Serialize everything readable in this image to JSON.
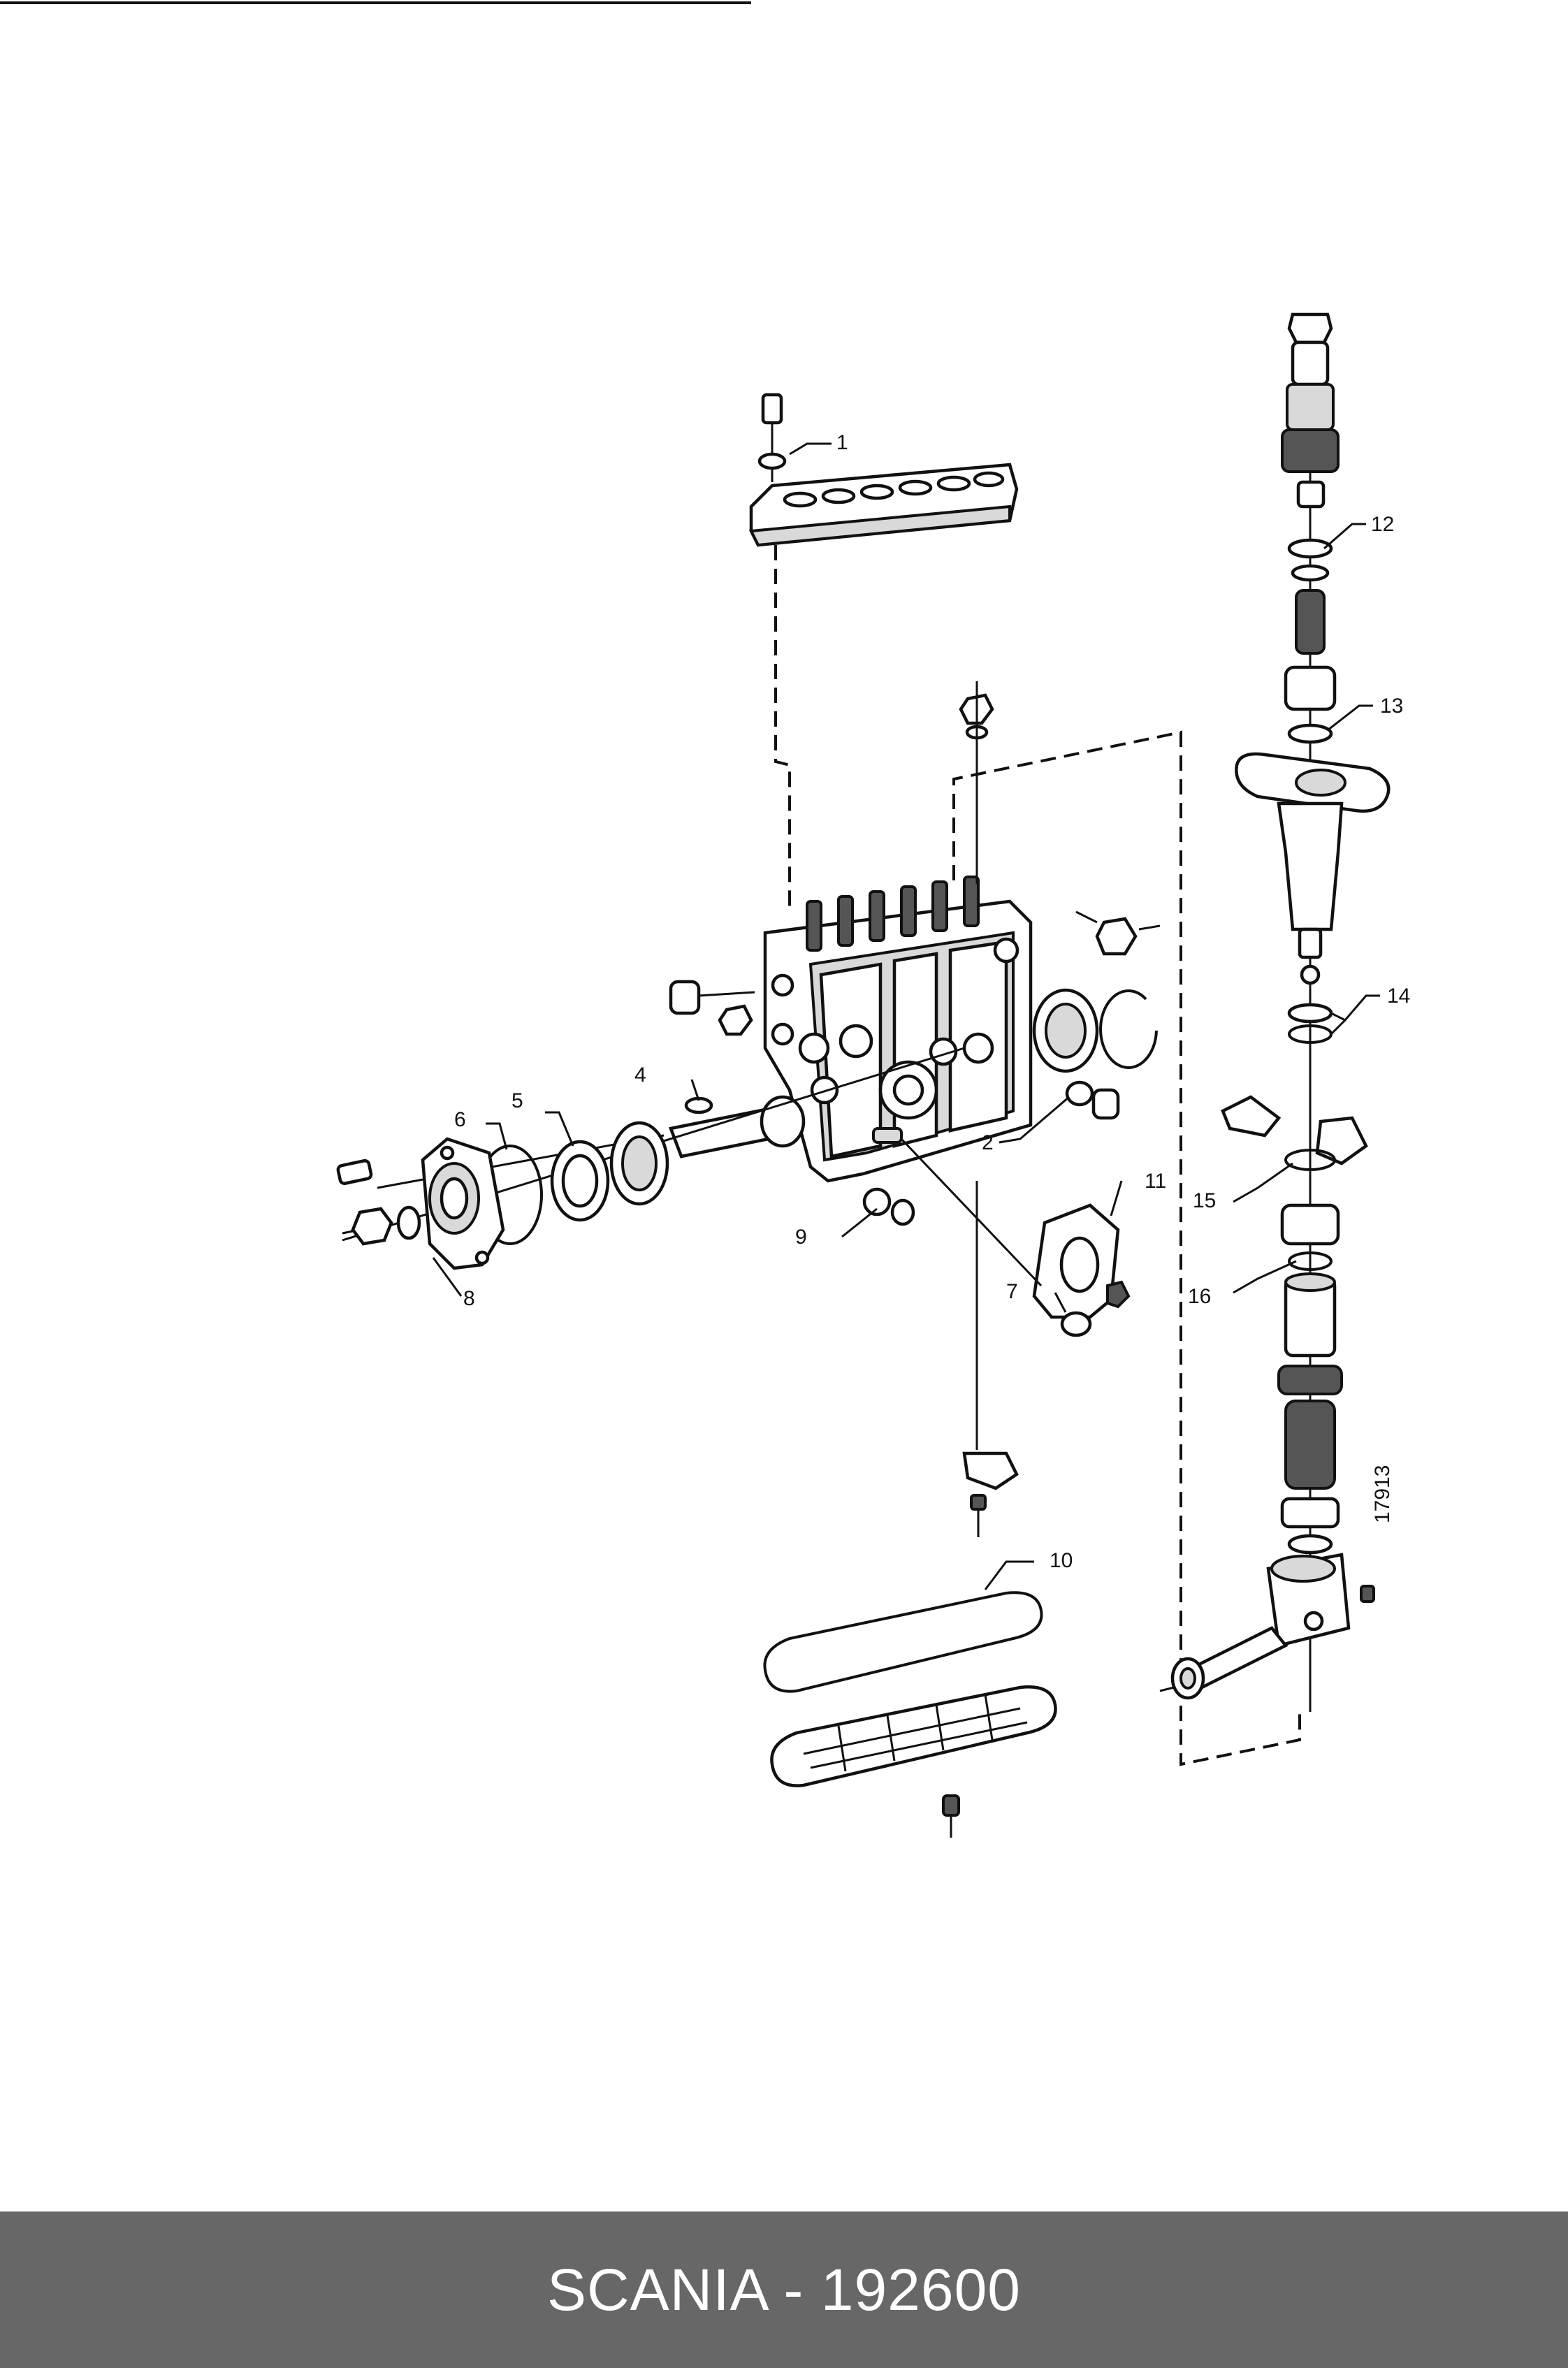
{
  "drawing_number": "17913",
  "callouts": [
    {
      "id": "1",
      "label": "1"
    },
    {
      "id": "2",
      "label": "2"
    },
    {
      "id": "4",
      "label": "4"
    },
    {
      "id": "5",
      "label": "5"
    },
    {
      "id": "6",
      "label": "6"
    },
    {
      "id": "7",
      "label": "7"
    },
    {
      "id": "8",
      "label": "8"
    },
    {
      "id": "9",
      "label": "9"
    },
    {
      "id": "10",
      "label": "10"
    },
    {
      "id": "11",
      "label": "11"
    },
    {
      "id": "12",
      "label": "12"
    },
    {
      "id": "13",
      "label": "13"
    },
    {
      "id": "14",
      "label": "14"
    },
    {
      "id": "15",
      "label": "15"
    },
    {
      "id": "16",
      "label": "16"
    }
  ],
  "footer": {
    "title": "SCANIA - 192600",
    "background": "#676767",
    "text_color": "#ffffff"
  }
}
